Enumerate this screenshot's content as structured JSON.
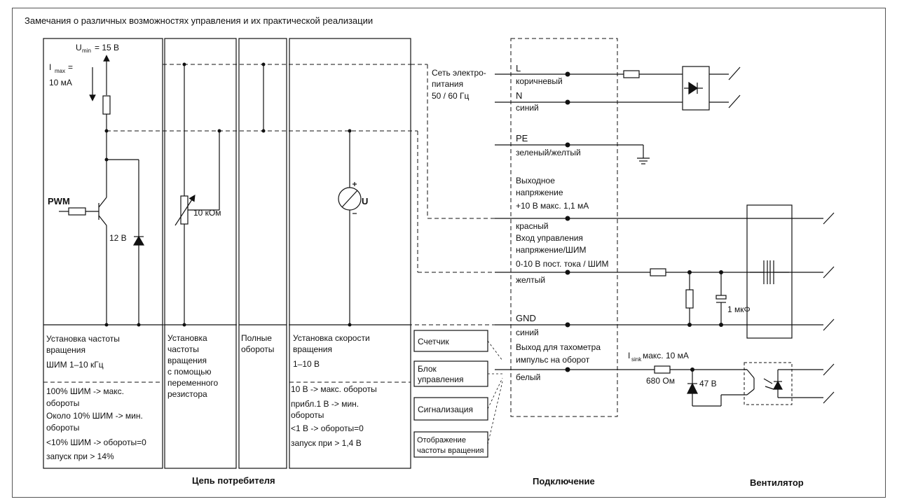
{
  "title": "Замечания о различных возможностях управления и их практической реализации",
  "consumer": {
    "umin": {
      "u": "U",
      "sub": "min",
      "val": "= 15 В"
    },
    "imax": {
      "i": "I",
      "sub": "max",
      "eq": "=",
      "val": "10 мА"
    },
    "pwm_label": "PWM",
    "zener_label": "12 В",
    "resistor_label": "10 кОм",
    "meter_label": "U",
    "col1": {
      "lines": [
        "Установка частоты",
        "вращения",
        "ШИМ 1–10 кГц"
      ],
      "notes": [
        "100% ШИМ -> макс.",
        "обороты",
        "Около 10% ШИМ -> мин.",
        "обороты",
        "<10% ШИМ -> обороты=0",
        "запуск при  > 14%"
      ]
    },
    "col2": {
      "lines": [
        "Установка",
        "частоты",
        "вращения",
        "с помощью",
        "переменного",
        "резистора"
      ]
    },
    "col3": {
      "lines": [
        "Полные",
        "обороты"
      ]
    },
    "col4": {
      "lines": [
        "Установка скорости",
        "вращения",
        "1–10 В"
      ],
      "notes": [
        "10 В -> макс. обороты",
        "прибл.1 В -> мин.",
        "обороты",
        "<1 В -> обороты=0",
        "запуск при  > 1,4 В"
      ]
    },
    "section_label": "Цепь потребителя"
  },
  "side_boxes": [
    {
      "lines": [
        "Счетчик"
      ]
    },
    {
      "lines": [
        "Блок",
        "управления"
      ]
    },
    {
      "lines": [
        "Сигнализация"
      ]
    },
    {
      "lines": [
        "Отображение",
        "частоты вращения"
      ]
    }
  ],
  "connection": {
    "mains": [
      "Сеть электро-",
      "питания",
      "50 / 60 Гц"
    ],
    "L": {
      "name": "L",
      "color": "коричневый"
    },
    "N": {
      "name": "N",
      "color": "синий"
    },
    "PE": {
      "name": "PE",
      "color": "зеленый/желтый"
    },
    "out": {
      "lines": [
        "Выходное",
        "напряжение",
        "+10 В макс. 1,1 мА"
      ],
      "color": "красный"
    },
    "ctrl": {
      "lines": [
        "Вход управления",
        "напряжение/ШИМ",
        "0-10 В пост. тока / ШИМ"
      ],
      "color": "желтый"
    },
    "gnd": {
      "name": "GND",
      "color": "синий"
    },
    "tacho": {
      "lines": [
        "Выход для тахометра",
        "импульс на оборот"
      ],
      "color": "белый"
    },
    "section_label": "Подключение"
  },
  "fan": {
    "cap_label": "1 мкФ",
    "isink": {
      "i": "I",
      "sub": "sink",
      "val": "макс. 10 мА"
    },
    "res_label": "680 Ом",
    "zener_label": "47 В",
    "section_label": "Вентилятор"
  },
  "colors": {
    "line": "#111111",
    "frame": "#555555"
  }
}
